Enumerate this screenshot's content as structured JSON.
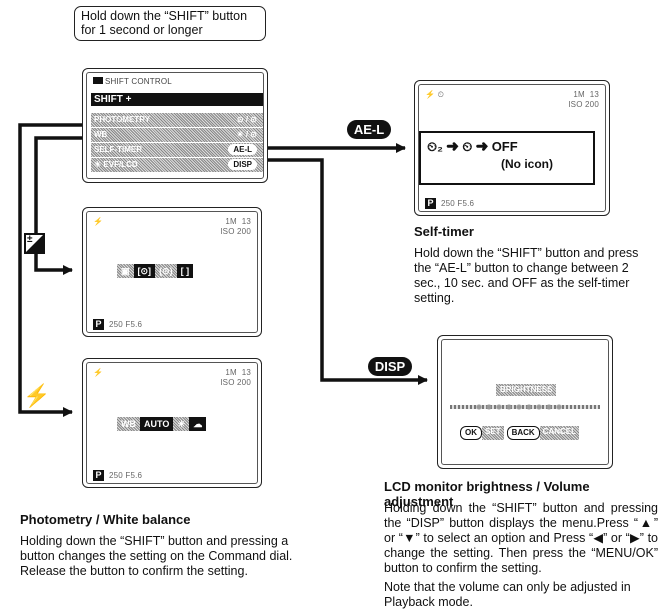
{
  "instruction": "Hold down the “SHIFT” button for 1 second or longer",
  "shift_screen": {
    "header": "SHIFT CONTROL",
    "shift_tag": "SHIFT +",
    "rows": [
      {
        "label": "PHOTOMETRY",
        "value": "⊙ / ⊙"
      },
      {
        "label": "WB",
        "value": "☀ / ⊙"
      },
      {
        "label": "SELF-TIMER",
        "value": "AE-L"
      },
      {
        "label": "☀ EVF/LCD",
        "value": "DISP"
      }
    ]
  },
  "ael_label": "AE-L",
  "disp_label": "DISP",
  "selftimer_screen": {
    "flash": "⚡",
    "timer_icon": "⏲",
    "size": "1M",
    "count": "13",
    "iso": "ISO 200",
    "cycle": [
      "⏲₂",
      "⏲",
      "OFF"
    ],
    "no_icon": "(No icon)",
    "mode": "P",
    "exposure": "250 F5.6"
  },
  "photometry_screen": {
    "flash": "⚡",
    "size": "1M",
    "count": "13",
    "iso": "ISO 200",
    "options": [
      "▣",
      "[⊙]",
      "(⊙)",
      "[ ]"
    ],
    "mode": "P",
    "exposure": "250 F5.6"
  },
  "wb_screen": {
    "flash": "⚡",
    "size": "1M",
    "count": "13",
    "iso": "ISO 200",
    "options": [
      "WB",
      "AUTO",
      "☀",
      "☁"
    ],
    "mode": "P",
    "exposure": "250 F5.6"
  },
  "lcd_screen": {
    "header": "BRIGHTNESS",
    "ok": "OK",
    "set": "SET",
    "back": "BACK",
    "cancel": "CANCEL"
  },
  "side_icons": {
    "exposure": "±",
    "flash": "⚡"
  },
  "selftimer": {
    "title": "Self-timer",
    "body": "Hold down the “SHIFT” button and press the “AE-L” button to change between 2 sec., 10 sec. and OFF as the self-timer setting."
  },
  "photometry": {
    "title": "Photometry / White balance",
    "body": "Holding down the “SHIFT” button and pressing a button changes the setting on the Command dial. Release the button to confirm the setting."
  },
  "lcd": {
    "title": "LCD monitor brightness / Volume adjustment",
    "body": "Holding down the “SHIFT” button and pressing the “DISP” button displays the menu.Press “▲” or “▼” to select an option and Press “◀” or “▶” to change the setting. Then press the “MENU/OK” button to confirm the setting.",
    "note": "Note that the volume can only be adjusted in Playback mode."
  }
}
